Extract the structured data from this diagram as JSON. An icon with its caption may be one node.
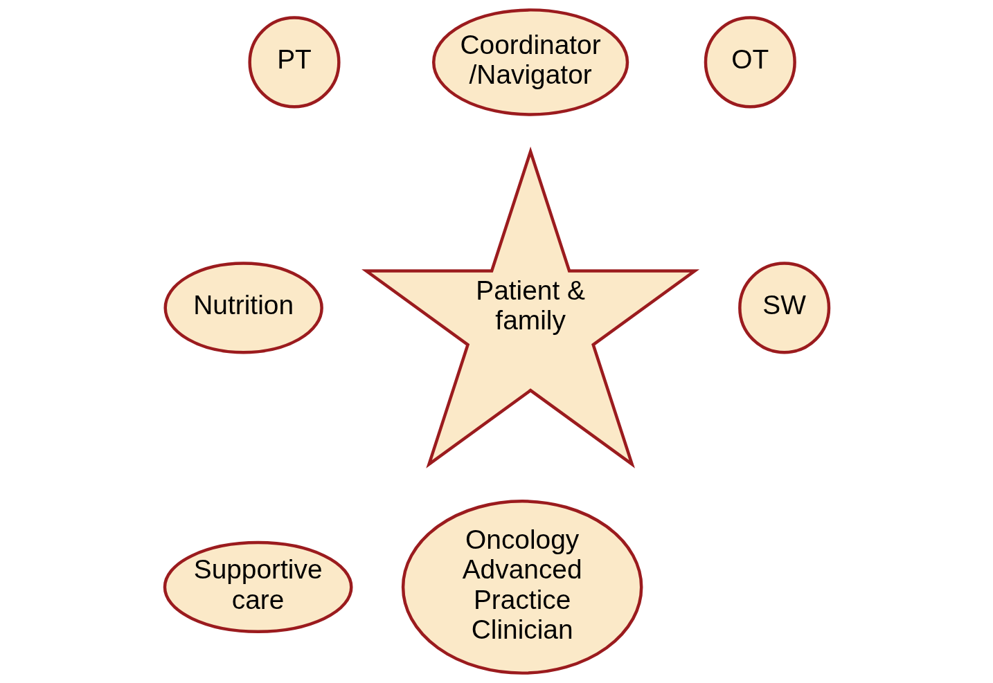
{
  "diagram": {
    "nodes": [
      {
        "text": [
          "Coordinator /Navigator"
        ]
      },
      {
        "text": [
          "PT"
        ]
      },
      {
        "text": [
          "OT"
        ]
      },
      {
        "text": [
          "Nutrition"
        ]
      },
      {
        "text": [
          "Patient & family"
        ]
      },
      {
        "text": [
          "SW"
        ]
      },
      {
        "text": [
          "Supportive care"
        ]
      },
      {
        "text": [
          "Oncology Advanced Practice Clinician"
        ]
      }
    ]
  }
}
